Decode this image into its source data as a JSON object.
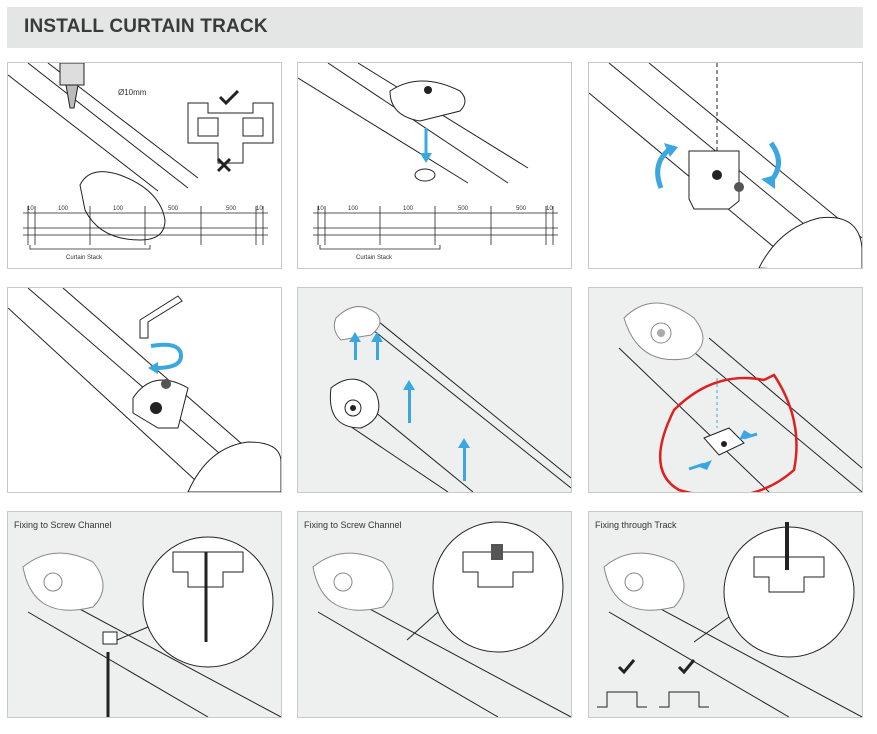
{
  "header": {
    "title": "INSTALL CURTAIN TRACK"
  },
  "colors": {
    "accent_blue": "#3aa7e0",
    "annotation_red": "#e02020",
    "line": "#1a1a1a",
    "panel_grey": "#eeefef",
    "header_bg": "#e4e5e5"
  },
  "panels": [
    {
      "id": "drill",
      "drill_size": "Ø10mm",
      "measurements": [
        "10",
        "100",
        "100",
        "500",
        "500",
        "10"
      ],
      "stack_label": "Curtain Stack",
      "icons": [
        "drill-bit-icon",
        "check-mark-icon",
        "cross-mark-icon"
      ]
    },
    {
      "id": "insert-carrier",
      "measurements": [
        "10",
        "100",
        "100",
        "500",
        "500",
        "10"
      ],
      "stack_label": "Curtain Stack",
      "icons": [
        "down-arrow-icon"
      ]
    },
    {
      "id": "rotate-carrier",
      "icons": [
        "rotate-left-arrow-icon",
        "rotate-right-arrow-icon"
      ]
    },
    {
      "id": "tighten-screw",
      "icons": [
        "hex-key-icon",
        "rotate-arrow-icon"
      ]
    },
    {
      "id": "slide-track",
      "icons": [
        "up-arrow-icon"
      ]
    },
    {
      "id": "clip-nut",
      "icons": [
        "squeeze-arrows-icon"
      ],
      "annotated": true
    },
    {
      "id": "screw-channel-1",
      "caption": "Fixing to Screw Channel"
    },
    {
      "id": "screw-channel-2",
      "caption": "Fixing to Screw Channel"
    },
    {
      "id": "through-track",
      "caption": "Fixing through Track",
      "icons": [
        "check-mark-icon",
        "check-mark-icon"
      ]
    }
  ]
}
